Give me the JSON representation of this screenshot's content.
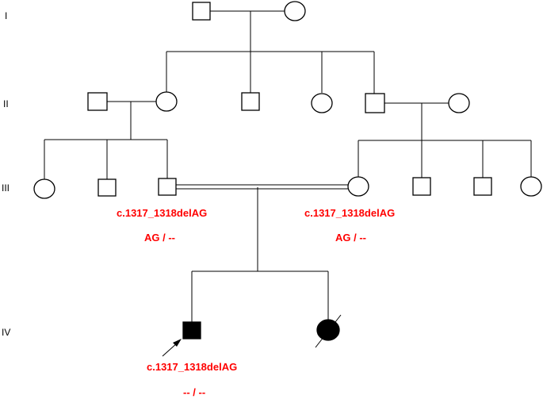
{
  "generations": {
    "gen1": "I",
    "gen2": "II",
    "gen3": "III",
    "gen4": "IV"
  },
  "annotations": {
    "father": {
      "variant": "c.1317_1318delAG",
      "genotype": "AG / --"
    },
    "mother": {
      "variant": "c.1317_1318delAG",
      "genotype": "AG / --"
    },
    "proband": {
      "variant": "c.1317_1318delAG",
      "genotype": "-- / --"
    }
  },
  "colors": {
    "annotation": "#ff0000",
    "affected": "#000000",
    "line": "#000000"
  }
}
